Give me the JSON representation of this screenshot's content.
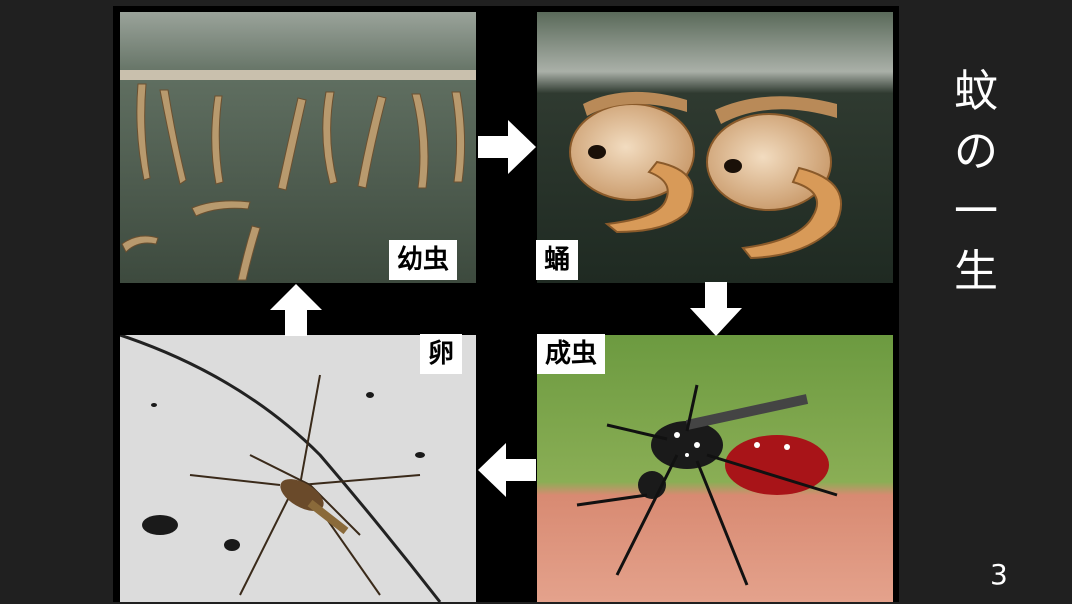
{
  "slide": {
    "title_chars": [
      "蚊",
      "の",
      "一",
      "生"
    ],
    "page_number": "3"
  },
  "stages": {
    "larva": "幼虫",
    "pupa": "蛹",
    "adult": "成虫",
    "egg": "卵"
  },
  "colors": {
    "background": "#202020",
    "panel": "#000000",
    "arrow": "#ffffff",
    "text": "#ffffff"
  }
}
